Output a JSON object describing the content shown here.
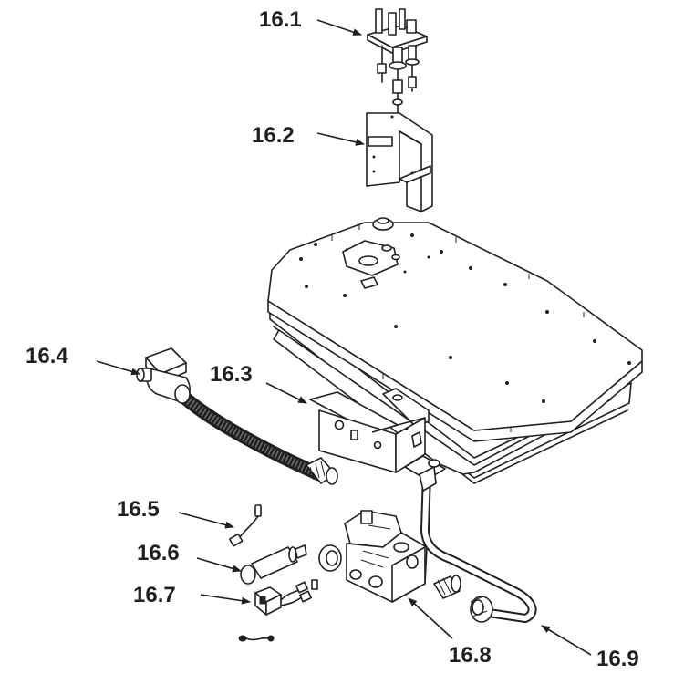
{
  "diagram": {
    "callouts": [
      {
        "id": "16.1",
        "text": "16.1"
      },
      {
        "id": "16.2",
        "text": "16.2"
      },
      {
        "id": "16.3",
        "text": "16.3"
      },
      {
        "id": "16.4",
        "text": "16.4"
      },
      {
        "id": "16.5",
        "text": "16.5"
      },
      {
        "id": "16.6",
        "text": "16.6"
      },
      {
        "id": "16.7",
        "text": "16.7"
      },
      {
        "id": "16.8",
        "text": "16.8"
      },
      {
        "id": "16.9",
        "text": "16.9"
      }
    ],
    "colors": {
      "line": "#231f20",
      "background": "#ffffff",
      "shade": "#bdbdbd"
    }
  }
}
